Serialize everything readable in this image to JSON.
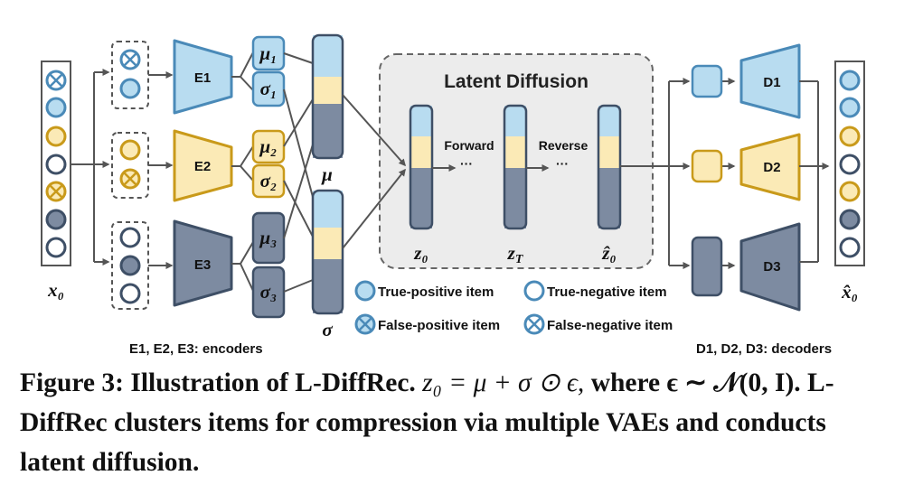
{
  "diagram": {
    "input_label": "x₀",
    "output_label": "x̂₀",
    "encoders": [
      "E1",
      "E2",
      "E3"
    ],
    "decoders": [
      "D1",
      "D2",
      "D3"
    ],
    "mu_labels": [
      "μ₁",
      "μ₂",
      "μ₃"
    ],
    "sigma_labels": [
      "σ₁",
      "σ₂",
      "σ₃"
    ],
    "mu_label": "μ",
    "sigma_label": "σ",
    "latent_title": "Latent Diffusion",
    "forward_label": "Forward",
    "reverse_label": "Reverse",
    "dots": "···",
    "z0_label": "z₀",
    "zT_label": "zT",
    "zhat0_label": "ẑ₀",
    "encoders_note": "E1, E2, E3: encoders",
    "decoders_note": "D1, D2, D3: decoders",
    "legend": {
      "true_positive": "True-positive item",
      "true_negative": "True-negative item",
      "false_positive": "False-positive item",
      "false_negative": "False-negative item"
    },
    "colors": {
      "blue": "#4a8ab8",
      "blue_fill": "#b8dcf0",
      "yellow": "#c99a1a",
      "yellow_fill": "#fbeab6",
      "dark": "#3e4f66",
      "dark_fill": "#7d8ba1",
      "panel": "#ececec"
    }
  },
  "caption": {
    "prefix": "Figure 3: Illustration of L-DiffRec.",
    "formula": "z₀ = μ + σ ⊙ ϵ,",
    "text1": "where ϵ ∼ 𝒩(0, I). L-DiffRec clusters items for compression via multiple VAEs and conducts latent diffusion."
  }
}
